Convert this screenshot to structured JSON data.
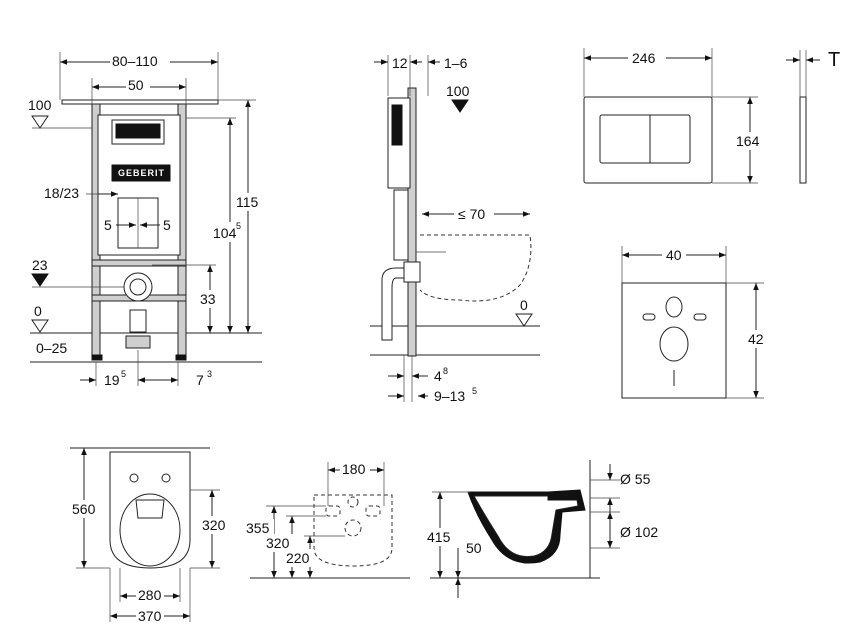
{
  "frame_front": {
    "d_80_110": "80–110",
    "d_50": "50",
    "d_100_left": "100",
    "d_18_23": "18/23",
    "d_5_left": "5",
    "d_5_right": "5",
    "d_115": "115",
    "d_104": "104",
    "d_104_sup": "5",
    "d_23": "23",
    "d_33": "33",
    "d_0": "0",
    "d_0_25": "0–25",
    "d_19": "19",
    "d_19_sup": "5",
    "d_7": "7",
    "d_7_sup": "3",
    "logo": "GEBERIT"
  },
  "frame_side": {
    "d_12": "12",
    "d_1_6": "1–6",
    "d_100": "100",
    "d_70": "≤ 70",
    "d_0": "0",
    "d_4": "4",
    "d_4_sup": "8",
    "d_9_13": "9–13",
    "d_9_13_sup": "5"
  },
  "plate": {
    "d_246": "246",
    "d_164": "164",
    "d_T": "T"
  },
  "cover": {
    "d_40": "40",
    "d_42": "42"
  },
  "bowl_top": {
    "d_560": "560",
    "d_320": "320",
    "d_280": "280",
    "d_370": "370"
  },
  "bowl_back": {
    "d_180": "180",
    "d_355": "355",
    "d_320": "320",
    "d_220": "220"
  },
  "bowl_side": {
    "d_415": "415",
    "d_50": "50",
    "d_55": "Ø 55",
    "d_102": "Ø 102"
  }
}
